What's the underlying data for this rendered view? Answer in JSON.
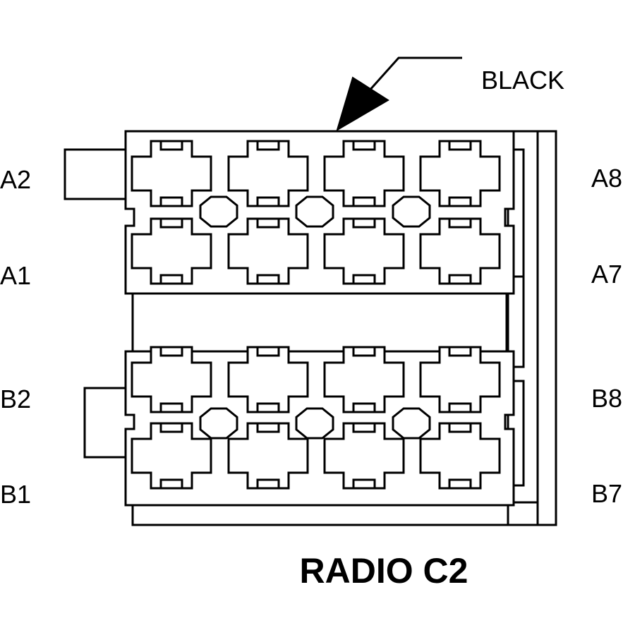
{
  "colors": {
    "line": "#000000",
    "background": "#ffffff"
  },
  "callout": {
    "label": "BLACK"
  },
  "pin_labels": {
    "a2": "A2",
    "a1": "A1",
    "b2": "B2",
    "b1": "B1",
    "a8": "A8",
    "a7": "A7",
    "b8": "B8",
    "b7": "B7"
  },
  "title": "RADIO C2"
}
